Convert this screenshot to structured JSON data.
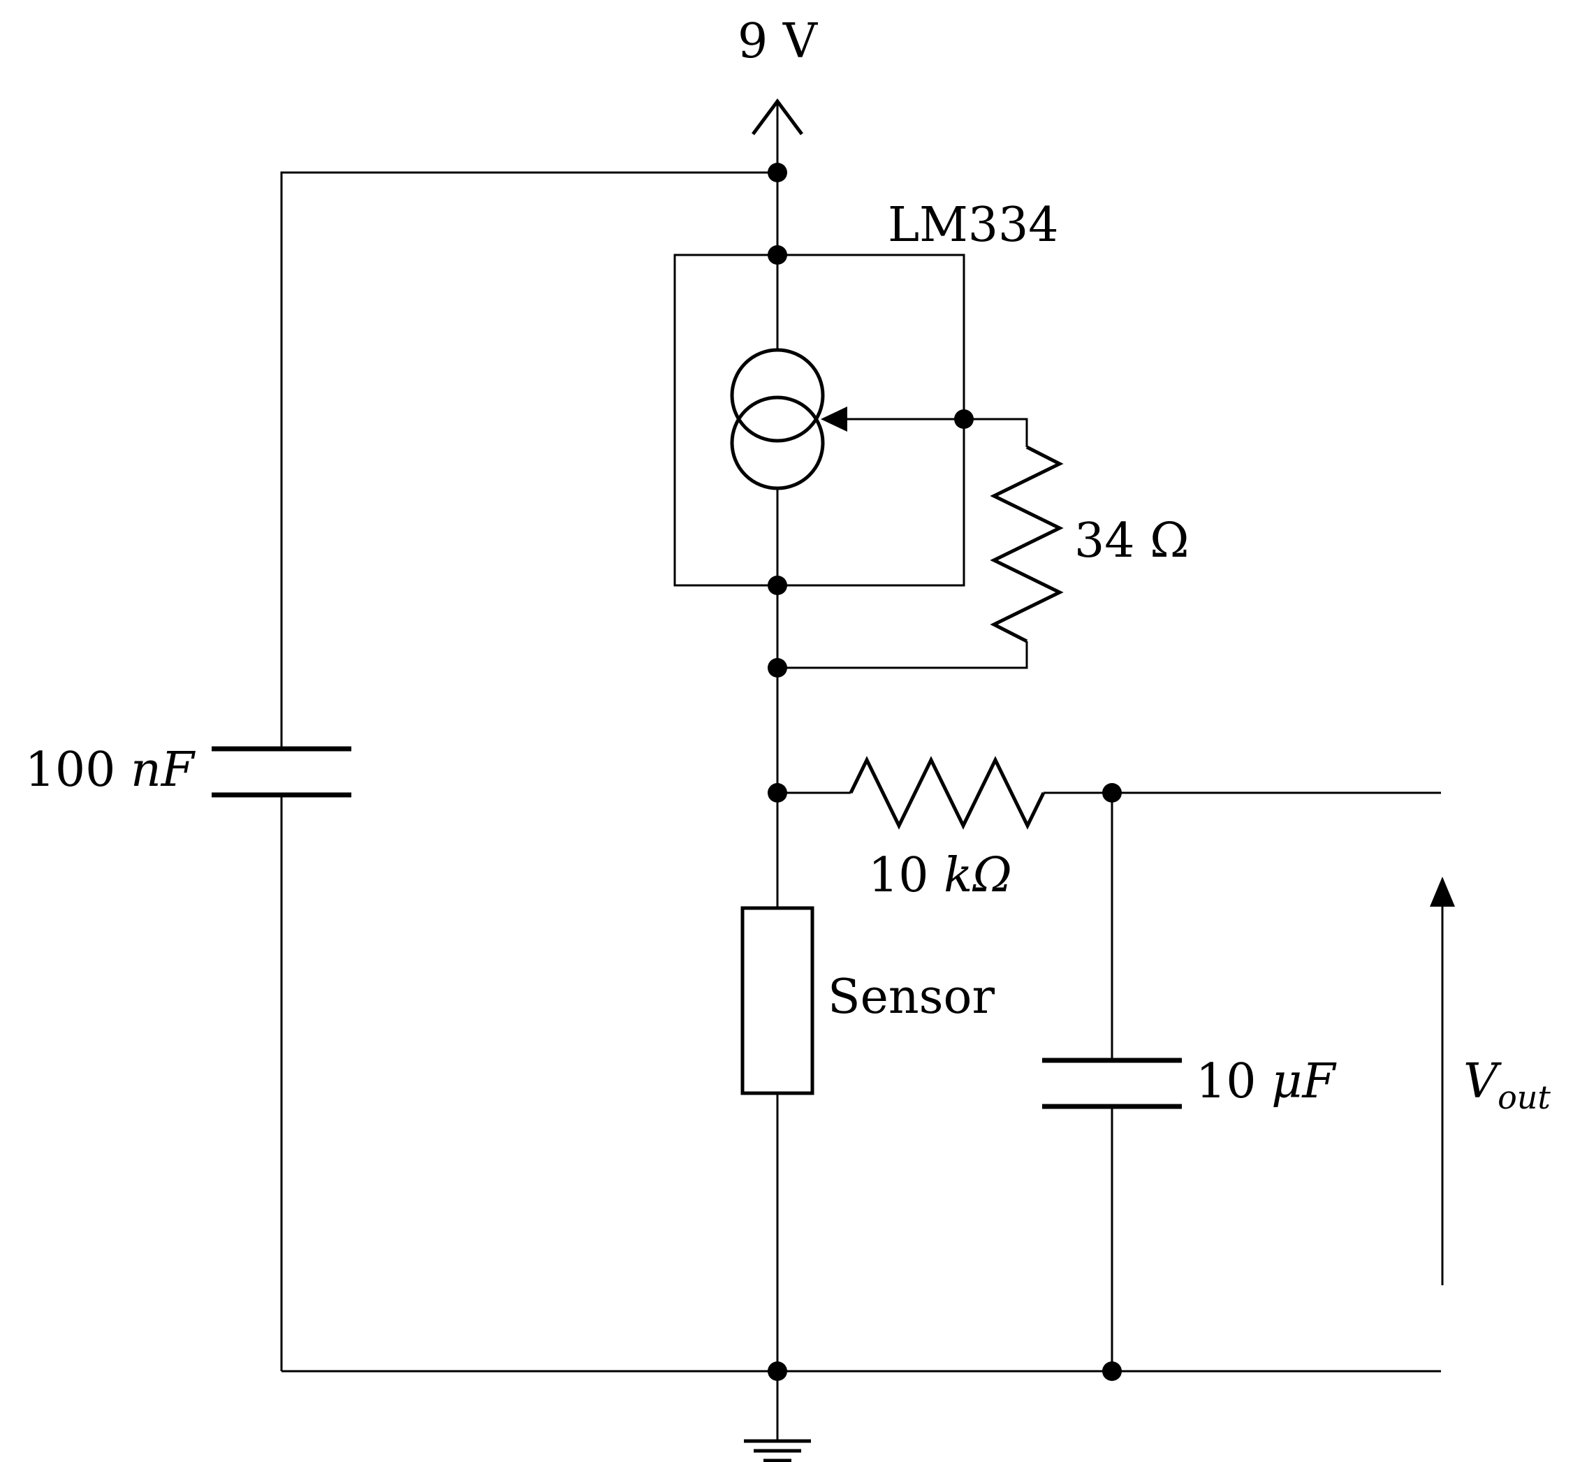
{
  "supply": {
    "label": "9 V"
  },
  "regulator": {
    "label": "LM334"
  },
  "set_resistor": {
    "value": "34",
    "unit": "Ω"
  },
  "input_capacitor": {
    "value": "100",
    "unit": "nF"
  },
  "filter_resistor": {
    "value": "10",
    "unit": "kΩ"
  },
  "sensor": {
    "label": "Sensor"
  },
  "filter_capacitor": {
    "value": "10",
    "unit": "μF"
  },
  "output": {
    "symbol": "V",
    "subscript": "out"
  }
}
